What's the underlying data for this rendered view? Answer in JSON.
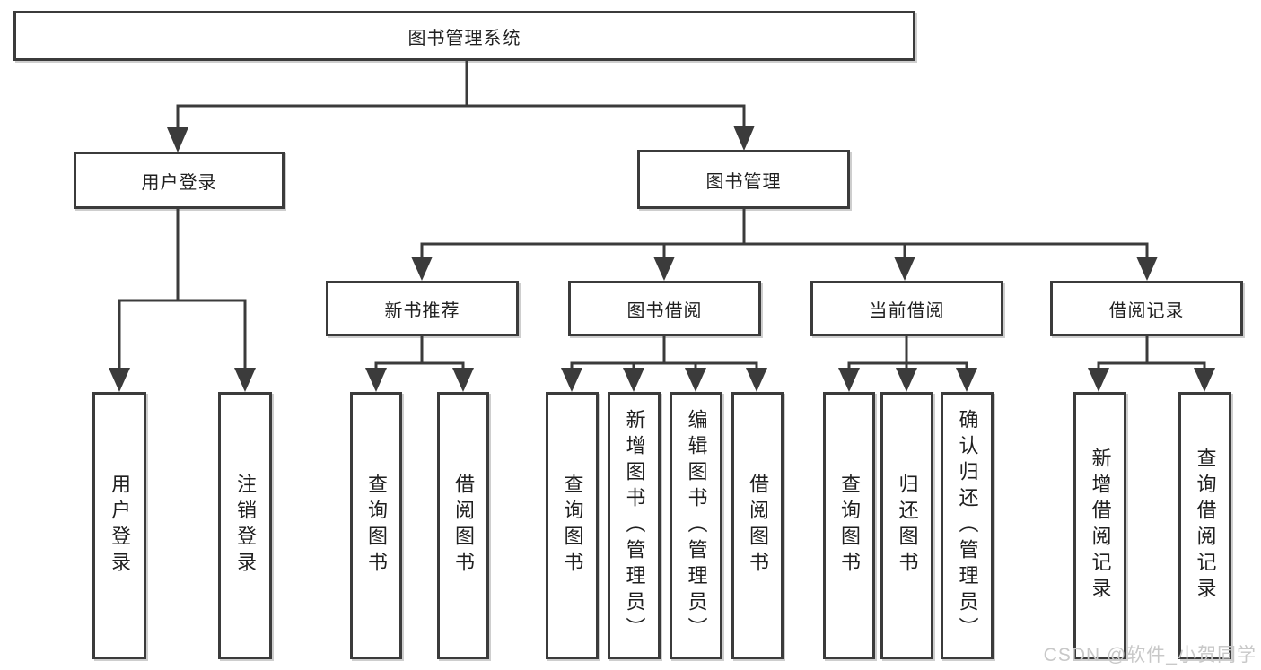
{
  "diagram": {
    "type": "hierarchy-flowchart",
    "watermark": "CSDN @软件_小贺同学",
    "colors": {
      "line": "#3b3b3b",
      "box_border": "#3b3b3b",
      "text": "#1f1f1f",
      "watermark": "#c8c8c8",
      "background": "#ffffff"
    },
    "nodes": {
      "root": "图书管理系统",
      "user_login": "用户登录",
      "book_mgmt": "图书管理",
      "new_book_rec": "新书推荐",
      "book_borrow": "图书借阅",
      "current_borrow": "当前借阅",
      "borrow_records": "借阅记录",
      "ul_user_login": "用户登录",
      "ul_logout": "注销登录",
      "nb_query_book": "查询图书",
      "nb_borrow_book": "借阅图书",
      "bb_query_book": "查询图书",
      "bb_add_book": "新增图书（管理员）",
      "bb_edit_book": "编辑图书（管理员）",
      "bb_borrow_book": "借阅图书",
      "cb_query_book": "查询图书",
      "cb_return_book": "归还图书",
      "cb_confirm_return": "确认归还（管理员）",
      "br_add_record": "新增借阅记录",
      "br_query_record": "查询借阅记录"
    },
    "hierarchy_note": {
      "图书管理系统": [
        "用户登录",
        "图书管理"
      ],
      "用户登录": [
        "用户登录",
        "注销登录"
      ],
      "图书管理": [
        "新书推荐",
        "图书借阅",
        "当前借阅",
        "借阅记录"
      ],
      "新书推荐": [
        "查询图书",
        "借阅图书"
      ],
      "图书借阅": [
        "查询图书",
        "新增图书（管理员）",
        "编辑图书（管理员）",
        "借阅图书"
      ],
      "当前借阅": [
        "查询图书",
        "归还图书",
        "确认归还（管理员）"
      ],
      "借阅记录": [
        "新增借阅记录",
        "查询借阅记录"
      ]
    }
  }
}
